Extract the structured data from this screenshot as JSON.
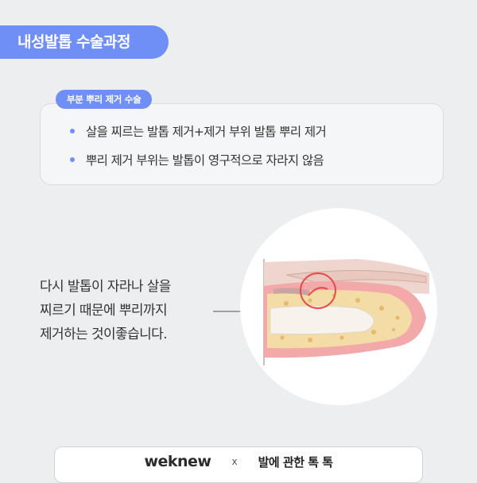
{
  "header": {
    "title": "내성발톱 수술과정"
  },
  "card": {
    "tag": "부분 뿌리 제거 수술",
    "bullets": [
      "살을 찌르는 발톱 제거+제거 부위 발톱 뿌리 제거",
      "뿌리 제거 부위는 발톱이 영구적으로 자라지 않음"
    ]
  },
  "caption": {
    "lines": [
      "다시 발톱이 자라나 살을",
      "찌르기 때문에 뿌리까지",
      "제거하는 것이좋습니다."
    ]
  },
  "illustration": {
    "icon": "toe-cross-section-illustration",
    "highlight_color": "#e84a4a",
    "flesh_color": "#f3a9a9",
    "fat_color": "#f3dca6"
  },
  "footer": {
    "brand": "weknew",
    "separator": "x",
    "series": "발에 관한 톡 톡"
  },
  "colors": {
    "accent": "#6f8ff6",
    "background": "#eceeef"
  }
}
